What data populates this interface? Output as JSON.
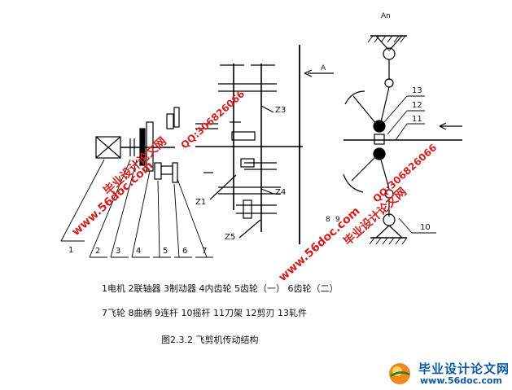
{
  "diagram": {
    "top_label": "An",
    "arrow_label": "A",
    "gear_labels": [
      "Z3",
      "Z4",
      "Z1",
      "Z5"
    ],
    "part_numbers_left": [
      "1",
      "2",
      "3",
      "4",
      "5",
      "6",
      "7"
    ],
    "part_numbers_right": [
      "13",
      "12",
      "11",
      "10",
      "8",
      "9"
    ]
  },
  "legend": {
    "line1": "1电机   2联轴器   3制动器   4内齿轮   5齿轮（一）   6齿轮（二）",
    "line2": "7飞轮  8曲柄  9连杆   10摇杆   11刀架   12剪刃   13轧件"
  },
  "caption": "图2.3.2   飞剪机传动结构",
  "watermarks": {
    "site_cn": "毕业设计论文网",
    "url": "www.56doc.com",
    "qq": "QQ:306826066"
  },
  "footer": {
    "title": "毕业设计论文网",
    "url": "www.56doc.com"
  }
}
